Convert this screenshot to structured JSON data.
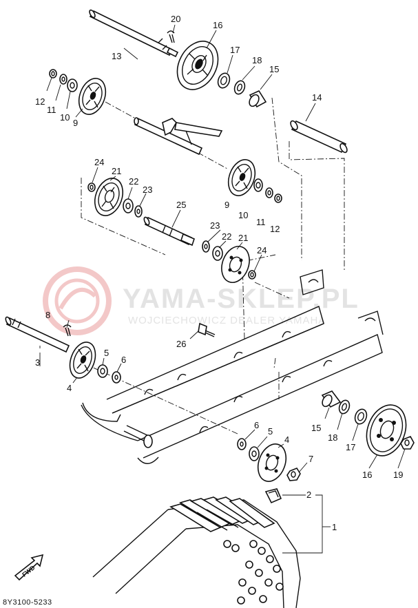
{
  "watermark": {
    "brand": "YAMA-SKLEP.PL",
    "dealer": "WOJCIECHOWICZ  DEALER YAMAHA"
  },
  "diagram_code": "8Y3100-5233",
  "direction_label": "FWD",
  "callouts": [
    {
      "id": "c20",
      "label": "20"
    },
    {
      "id": "c16a",
      "label": "16"
    },
    {
      "id": "c13",
      "label": "13"
    },
    {
      "id": "c17a",
      "label": "17"
    },
    {
      "id": "c18a",
      "label": "18"
    },
    {
      "id": "c15a",
      "label": "15"
    },
    {
      "id": "c12a",
      "label": "12"
    },
    {
      "id": "c11a",
      "label": "11"
    },
    {
      "id": "c10a",
      "label": "10"
    },
    {
      "id": "c9a",
      "label": "9"
    },
    {
      "id": "c14",
      "label": "14"
    },
    {
      "id": "c24a",
      "label": "24"
    },
    {
      "id": "c21a",
      "label": "21"
    },
    {
      "id": "c22a",
      "label": "22"
    },
    {
      "id": "c23a",
      "label": "23"
    },
    {
      "id": "c25",
      "label": "25"
    },
    {
      "id": "c9b",
      "label": "9"
    },
    {
      "id": "c10b",
      "label": "10"
    },
    {
      "id": "c11b",
      "label": "11"
    },
    {
      "id": "c12b",
      "label": "12"
    },
    {
      "id": "c23b",
      "label": "23"
    },
    {
      "id": "c22b",
      "label": "22"
    },
    {
      "id": "c21b",
      "label": "21"
    },
    {
      "id": "c24b",
      "label": "24"
    },
    {
      "id": "c8",
      "label": "8"
    },
    {
      "id": "c26",
      "label": "26"
    },
    {
      "id": "c3",
      "label": "3"
    },
    {
      "id": "c5a",
      "label": "5"
    },
    {
      "id": "c6a",
      "label": "6"
    },
    {
      "id": "c4a",
      "label": "4"
    },
    {
      "id": "c6b",
      "label": "6"
    },
    {
      "id": "c5b",
      "label": "5"
    },
    {
      "id": "c4b",
      "label": "4"
    },
    {
      "id": "c7",
      "label": "7"
    },
    {
      "id": "c15b",
      "label": "15"
    },
    {
      "id": "c18b",
      "label": "18"
    },
    {
      "id": "c17b",
      "label": "17"
    },
    {
      "id": "c16b",
      "label": "16"
    },
    {
      "id": "c19",
      "label": "19"
    },
    {
      "id": "c2",
      "label": "2"
    },
    {
      "id": "c1",
      "label": "1"
    }
  ]
}
